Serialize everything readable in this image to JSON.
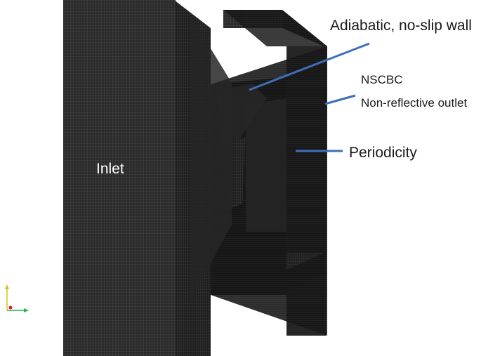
{
  "labels": {
    "inlet": "Inlet",
    "wall": "Adiabatic, no-slip wall",
    "outlet_line1": "NSCBC",
    "outlet_line2": "Non-reflective outlet",
    "periodicity": "Periodicity"
  },
  "colors": {
    "background": "#ffffff",
    "mesh_face": "#2b2b2b",
    "mesh_dark": "#141414",
    "mesh_grid": "#5a5a5a",
    "leader_line": "#3e6fb5",
    "axis_x": "#2bb34a",
    "axis_y": "#d4c21a",
    "axis_origin": "#d62828"
  },
  "icons": {
    "axis_triad": "xyz-axis-triad-icon"
  }
}
